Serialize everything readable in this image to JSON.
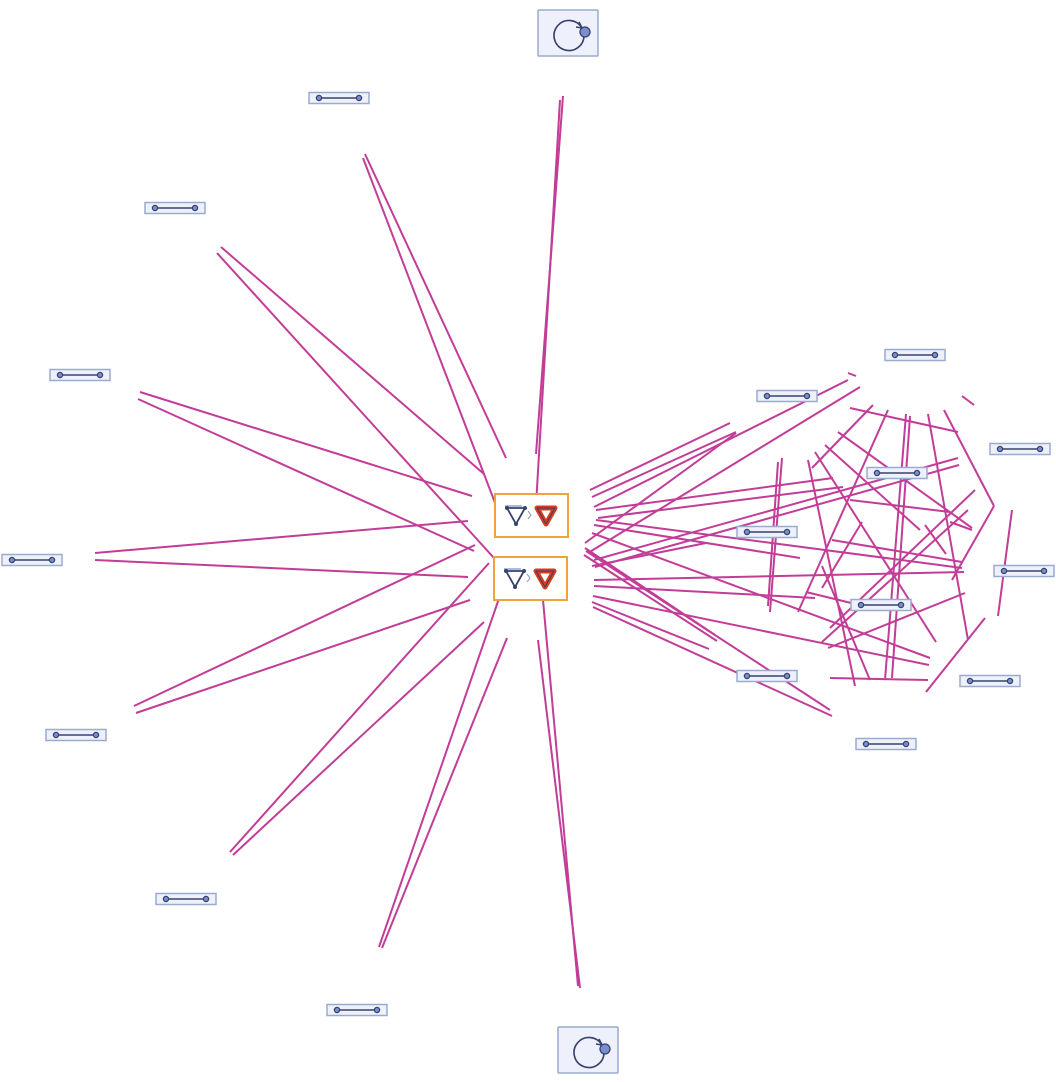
{
  "diagram": {
    "type": "network-graph",
    "colors": {
      "edge": "#c23d97",
      "hub_border": "#f2a23a",
      "node_border": "#9aabcf",
      "node_fill": "#eef1fb",
      "glyph": "#36436b",
      "glyph_accent": "#d93a1e"
    },
    "hubs": [
      {
        "id": "hub-top",
        "icon": "triangle-transform-icon"
      },
      {
        "id": "hub-bottom",
        "icon": "triangle-transform-icon"
      }
    ],
    "loop_nodes": [
      {
        "id": "loop-top",
        "icon": "self-loop-icon"
      },
      {
        "id": "loop-bottom",
        "icon": "self-loop-icon"
      }
    ],
    "link_nodes": [
      {
        "id": "left-1",
        "icon": "link-segment-icon"
      },
      {
        "id": "left-2",
        "icon": "link-segment-icon"
      },
      {
        "id": "left-3",
        "icon": "link-segment-icon"
      },
      {
        "id": "left-4",
        "icon": "link-segment-icon"
      },
      {
        "id": "left-5",
        "icon": "link-segment-icon"
      },
      {
        "id": "left-6",
        "icon": "link-segment-icon"
      },
      {
        "id": "left-7",
        "icon": "link-segment-icon"
      },
      {
        "id": "right-1",
        "icon": "link-segment-icon"
      },
      {
        "id": "right-2",
        "icon": "link-segment-icon"
      },
      {
        "id": "right-3",
        "icon": "link-segment-icon"
      },
      {
        "id": "right-4",
        "icon": "link-segment-icon"
      },
      {
        "id": "right-5",
        "icon": "link-segment-icon"
      },
      {
        "id": "right-6",
        "icon": "link-segment-icon"
      },
      {
        "id": "right-7",
        "icon": "link-segment-icon"
      },
      {
        "id": "right-8",
        "icon": "link-segment-icon"
      },
      {
        "id": "right-9",
        "icon": "link-segment-icon"
      },
      {
        "id": "right-10",
        "icon": "link-segment-icon"
      }
    ]
  }
}
